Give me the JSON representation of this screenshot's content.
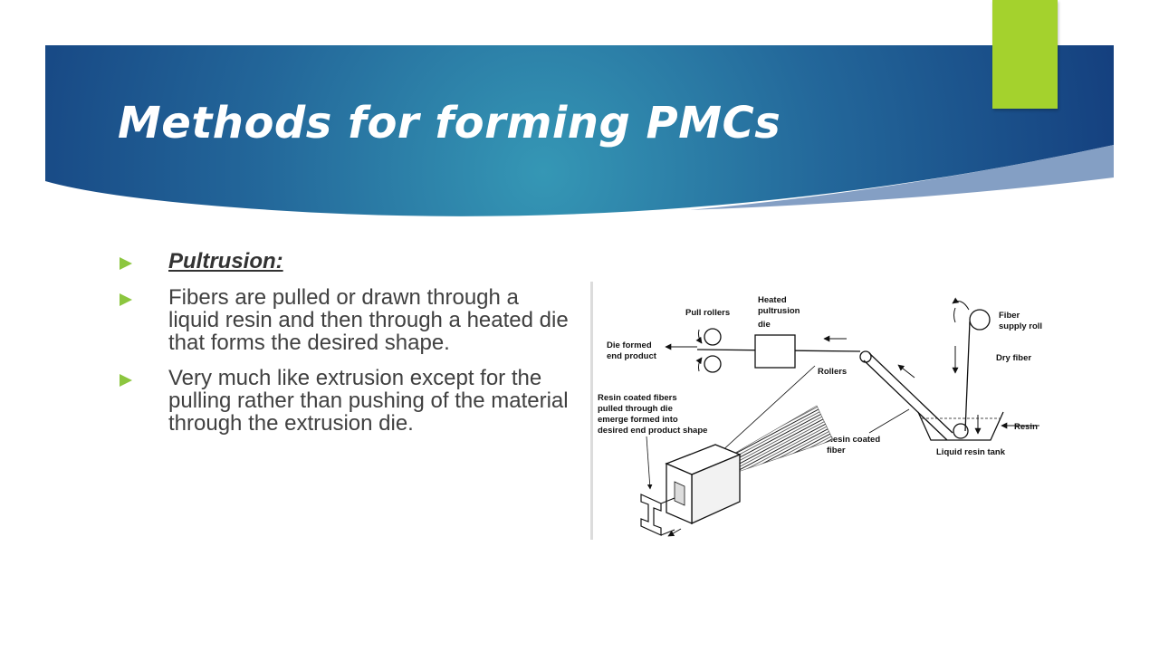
{
  "slide": {
    "title": "Methods for forming PMCs",
    "colors": {
      "banner_dark": "#143d78",
      "banner_light": "#2f8fae",
      "accent": "#a4d22d",
      "bullet_arrow": "#8cc63f",
      "body_text": "#404040"
    }
  },
  "content": {
    "heading": "Pultrusion:",
    "bullets": [
      "Fibers are pulled or drawn through a liquid resin and then through a heated die that forms the desired shape.",
      "Very much like extrusion except for the pulling rather than pushing of the material through the extrusion die."
    ]
  },
  "diagram": {
    "labels": {
      "pull_rollers": "Pull rollers",
      "heated_line1": "Heated",
      "heated_line2": "pultrusion",
      "heated_line3": "die",
      "die_formed_line1": "Die formed",
      "die_formed_line2": "end product",
      "rollers": "Rollers",
      "fiber_supply_line1": "Fiber",
      "fiber_supply_line2": "supply roll",
      "dry_fiber": "Dry fiber",
      "resin": "Resin",
      "liquid_resin_tank": "Liquid resin tank",
      "resin_coated_line1": "Resin coated",
      "resin_coated_line2": "fiber",
      "emerge_line1": "Resin coated fibers",
      "emerge_line2": "pulled through die",
      "emerge_line3": "emerge formed into",
      "emerge_line4": "desired end product shape"
    }
  }
}
